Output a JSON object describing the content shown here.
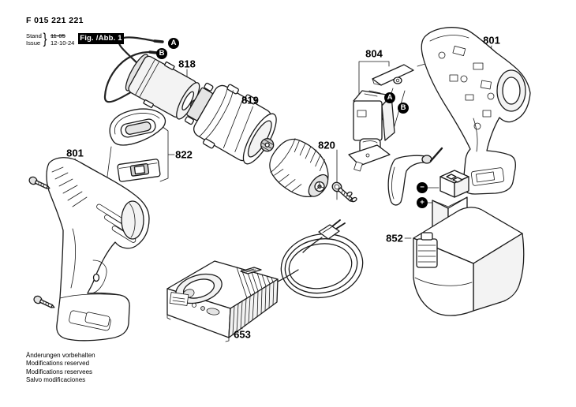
{
  "doc": {
    "part_number": "F 015 221 221",
    "revision": {
      "stand_label": "Stand",
      "issue_label": "Issue",
      "brace": "}",
      "stand_value": "11-05",
      "issue_value": "12-10-24"
    },
    "figure_label": "Fig. /Abb. 1",
    "footer_lines": [
      "Änderungen vorbehalten",
      "Modifications reserved",
      "Modifications reservees",
      "Salvo modificaciones"
    ]
  },
  "part_labels": {
    "motor": "818",
    "gearbox": "819",
    "chuck": "820",
    "cover_set": "822",
    "housing_left": "801",
    "housing_right": "801",
    "switch": "804",
    "battery": "852",
    "charger": "653"
  },
  "markers": {
    "a": "A",
    "b": "B",
    "minus": "−",
    "plus": "+"
  },
  "colors": {
    "line": "#1a1a1a",
    "background": "#ffffff",
    "fig_box_bg": "#000000",
    "fig_box_text": "#ffffff"
  }
}
